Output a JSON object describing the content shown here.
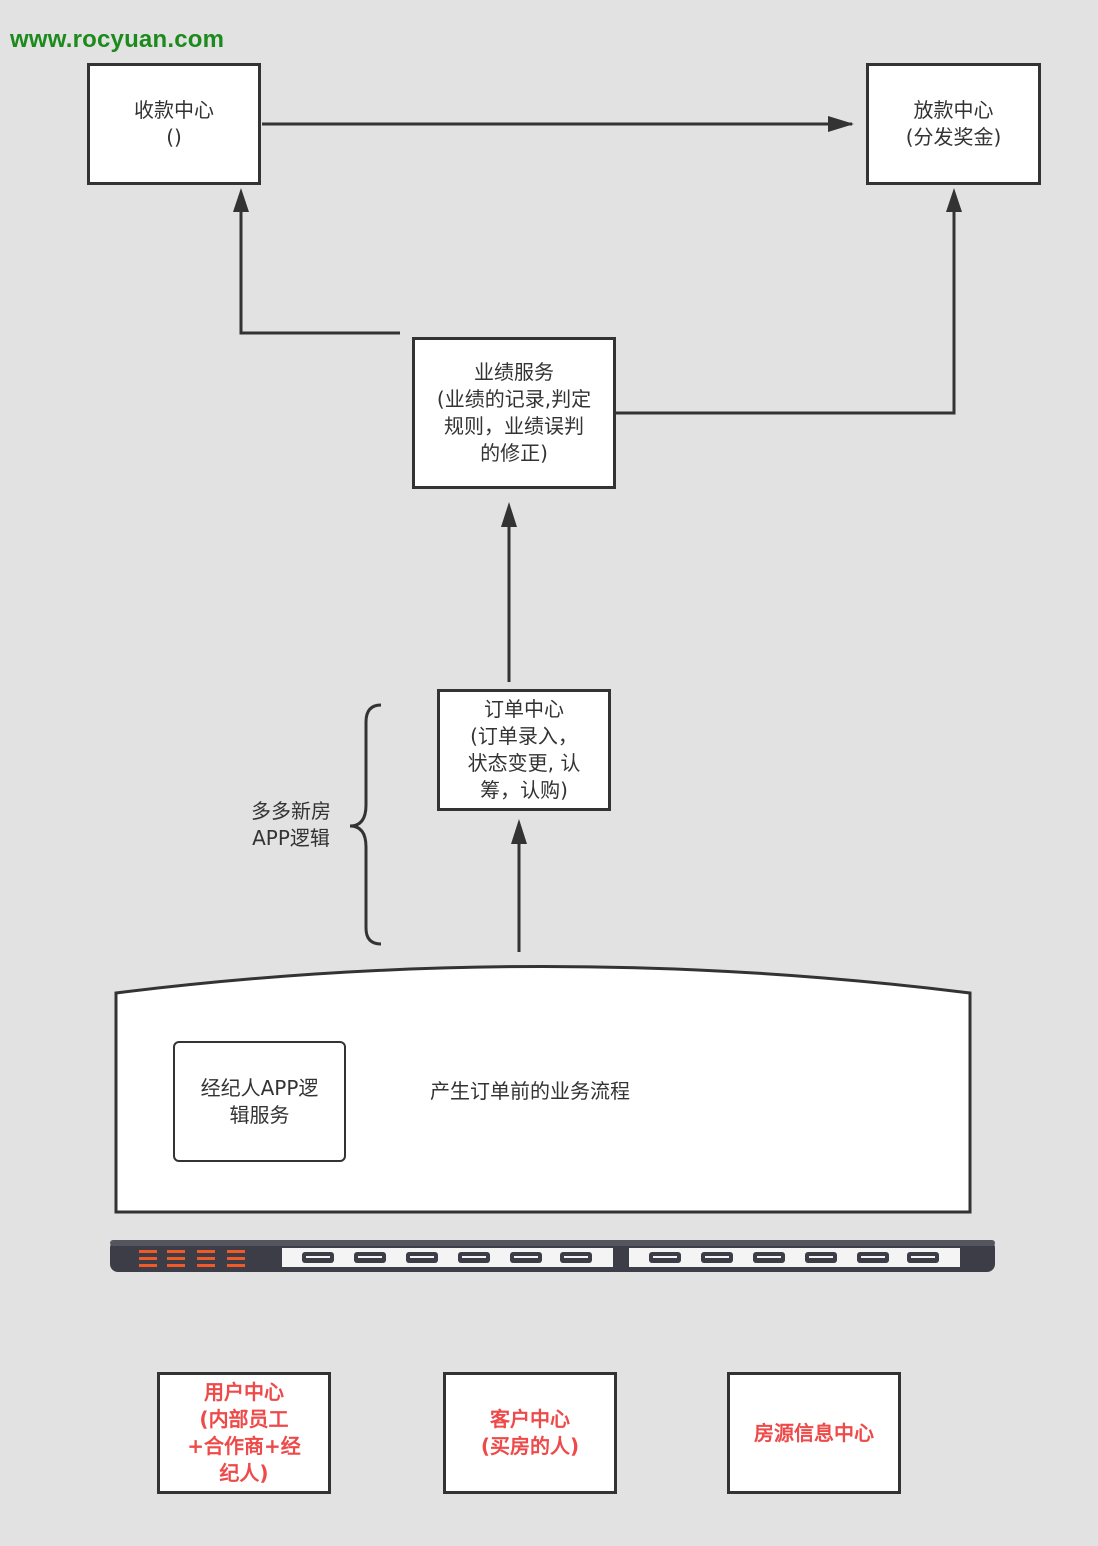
{
  "watermark": "www.rocyuan.com",
  "nodes": {
    "collection": {
      "line1": "收款中心",
      "line2": "()"
    },
    "payout": {
      "line1": "放款中心",
      "line2": "(分发奖金)"
    },
    "performance": {
      "lines": [
        "业绩服务",
        "(业绩的记录,判定",
        "规则，业绩误判",
        "的修正)"
      ]
    },
    "order": {
      "lines": [
        "订单中心",
        "(订单录入，",
        "状态变更, 认",
        "筹，认购)"
      ]
    },
    "user_center": {
      "lines": [
        "用户中心",
        "(内部员工",
        "+合作商+经",
        "纪人)"
      ]
    },
    "customer_center": {
      "lines": [
        "客户中心",
        "(买房的人)"
      ]
    },
    "housing_center": {
      "lines": [
        "房源信息中心"
      ]
    }
  },
  "brace_label": {
    "lines": [
      "多多新房",
      "APP逻辑"
    ]
  },
  "process_area": {
    "inner_box": {
      "lines": [
        "经纪人APP逻",
        "辑服务"
      ]
    },
    "description": "产生订单前的业务流程"
  },
  "colors": {
    "background": "#e2e2e2",
    "stroke": "#333333",
    "red_text": "#ee4a4a",
    "watermark": "#1c8a1c",
    "switch_body": "#3d3d48",
    "switch_led": "#f05a28"
  }
}
